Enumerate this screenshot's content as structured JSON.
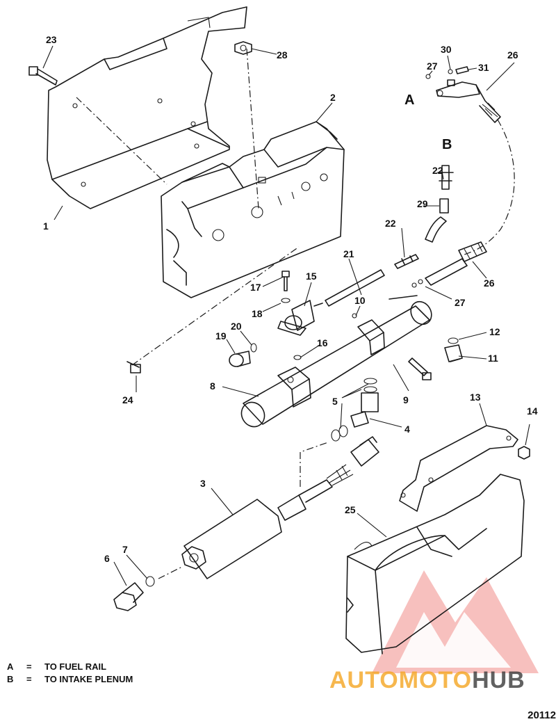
{
  "callouts": {
    "c1": "1",
    "c2": "2",
    "c3": "3",
    "c4": "4",
    "c5": "5",
    "c6": "6",
    "c7": "7",
    "c8": "8",
    "c9": "9",
    "c10": "10",
    "c11": "11",
    "c12": "12",
    "c13": "13",
    "c14": "14",
    "c15": "15",
    "c16": "16",
    "c17": "17",
    "c18": "18",
    "c19": "19",
    "c20": "20",
    "c21": "21",
    "c22a": "22",
    "c22b": "22",
    "c23": "23",
    "c24": "24",
    "c25": "25",
    "c26a": "26",
    "c26b": "26",
    "c27a": "27",
    "c27b": "27",
    "c28": "28",
    "c29": "29",
    "c30": "30",
    "c31": "31"
  },
  "detail_letters": {
    "a": "A",
    "b": "B"
  },
  "legend": [
    {
      "key": "A",
      "eq": "=",
      "text": "TO FUEL RAIL"
    },
    {
      "key": "B",
      "eq": "=",
      "text": "TO INTAKE PLENUM"
    }
  ],
  "watermark": {
    "part1": "AUTOMOTO",
    "part2": "HUB",
    "color1": "#f5a623",
    "color2": "#3a3a3a",
    "logo_color": "#e5302a"
  },
  "figure_code": "20112"
}
